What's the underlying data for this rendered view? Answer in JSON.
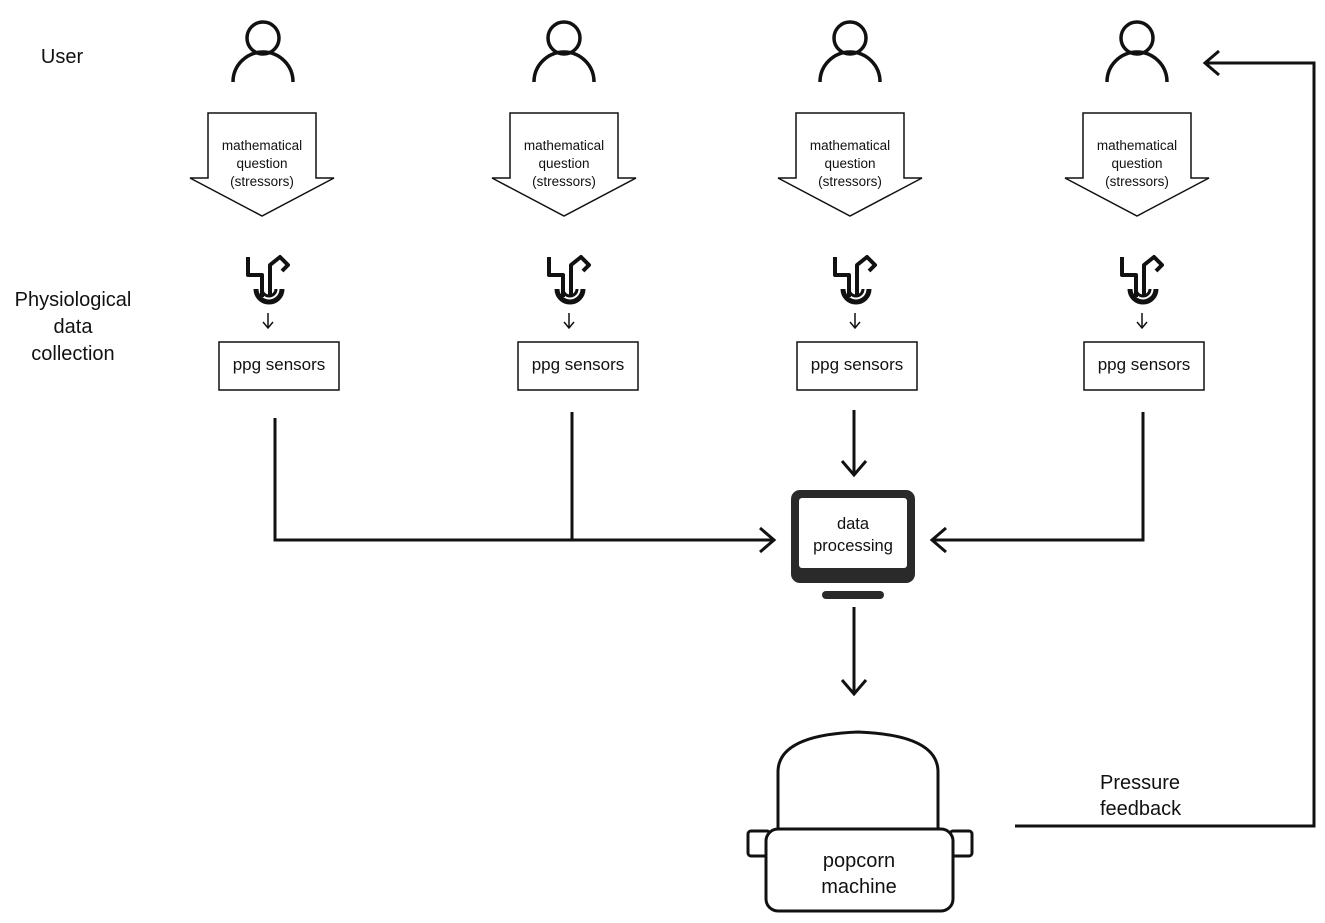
{
  "row_labels": {
    "user": "User",
    "physiological": [
      "Physiological",
      "data",
      "collection"
    ]
  },
  "columns": [
    {
      "arrow_text": [
        "mathematical",
        "question",
        "(stressors)"
      ],
      "sensor_label": "ppg sensors"
    },
    {
      "arrow_text": [
        "mathematical",
        "question",
        "(stressors)"
      ],
      "sensor_label": "ppg sensors"
    },
    {
      "arrow_text": [
        "mathematical",
        "question",
        "(stressors)"
      ],
      "sensor_label": "ppg sensors"
    },
    {
      "arrow_text": [
        "mathematical",
        "question",
        "(stressors)"
      ],
      "sensor_label": "ppg sensors"
    }
  ],
  "processor": {
    "label": [
      "data",
      "processing"
    ]
  },
  "machine": {
    "label": [
      "popcorn",
      "machine"
    ]
  },
  "feedback": {
    "label": [
      "Pressure",
      "feedback"
    ]
  }
}
